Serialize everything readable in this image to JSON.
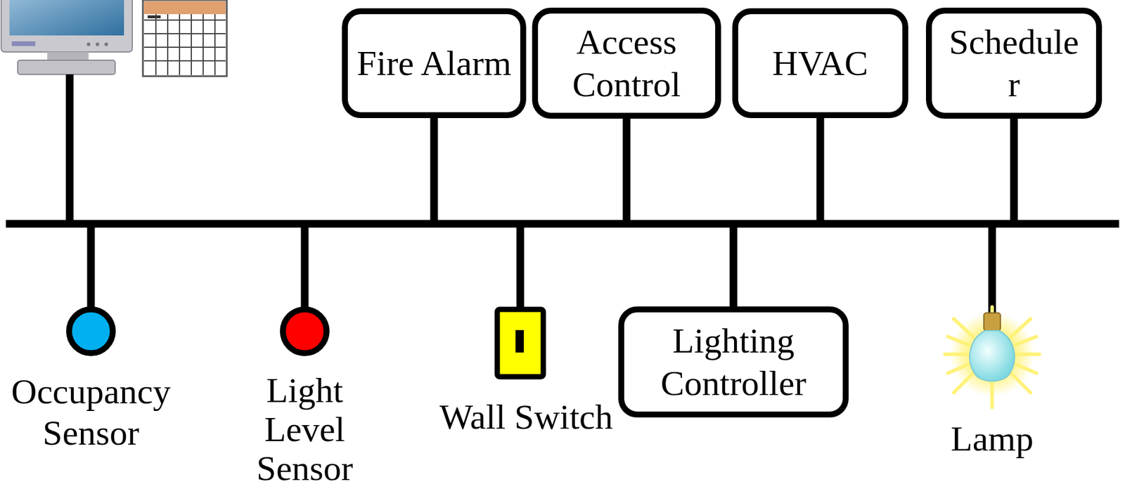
{
  "diagram": {
    "nodes": [
      {
        "text": [
          "Fire Alarm"
        ]
      },
      {
        "text": [
          "Access Control"
        ]
      },
      {
        "text": [
          "HVAC"
        ]
      },
      {
        "text": [
          "Schedule r"
        ]
      },
      {
        "text": [
          "Lighting Controller"
        ]
      }
    ],
    "labels": [
      "Occupancy Sensor",
      "Light Level Sensor",
      "Wall Switch",
      "Lamp"
    ]
  }
}
